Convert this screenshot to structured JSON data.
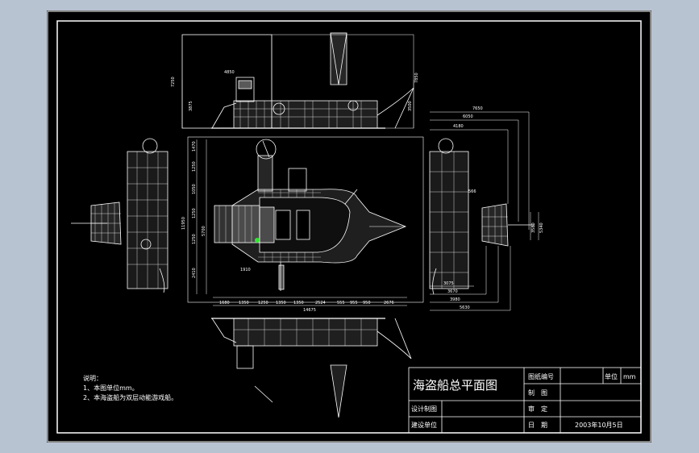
{
  "title_block": {
    "drawing_title": "海盗船总平面图",
    "drawing_no_label": "图纸编号",
    "unit_label": "单位",
    "unit_value": "mm",
    "drawn_label": "制　图",
    "design_label": "设计制图",
    "review_label": "审　定",
    "build_label": "建设单位",
    "date_label": "日　期",
    "date_value": "2003年10月5日"
  },
  "notes": {
    "heading": "说明：",
    "line1": "1、本图单位mm。",
    "line2": "2、本海盗船为双层动能游戏船。"
  },
  "dimensions": {
    "bottom_chain": [
      "1680",
      "1350",
      "1250",
      "1350",
      "1350",
      "2524",
      "555",
      "955",
      "950",
      "2676"
    ],
    "bottom_total": "14675",
    "left_chain": [
      "1470",
      "1250",
      "1050",
      "1250",
      "1250",
      "2410"
    ],
    "left_total_a": "11950",
    "left_total_b": "5700",
    "elev_height": "7250",
    "elev_width": "4850",
    "elev_height2": "7850",
    "elev_sub": "3875",
    "elev_sub2": "3500",
    "plan_small": "1910",
    "right_top": [
      "7650",
      "6050",
      "4180"
    ],
    "right_side": [
      "566",
      "3580",
      "5340"
    ],
    "right_bottom": [
      "3075",
      "3670",
      "3980",
      "5630"
    ]
  },
  "colors": {
    "background": "#000000",
    "line": "#ffffff",
    "frame": "#b8c3d1",
    "marker": "#2ee62e"
  }
}
